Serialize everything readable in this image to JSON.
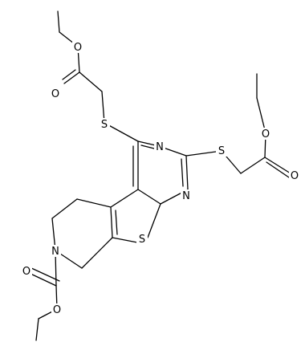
{
  "atoms": {
    "S1": "S",
    "S2": "S",
    "S3": "S",
    "N1": "N",
    "N2": "N",
    "N3": "N",
    "O1": "O",
    "O2": "O",
    "O3": "O",
    "O4": "O",
    "O5": "O",
    "O6": "O"
  }
}
